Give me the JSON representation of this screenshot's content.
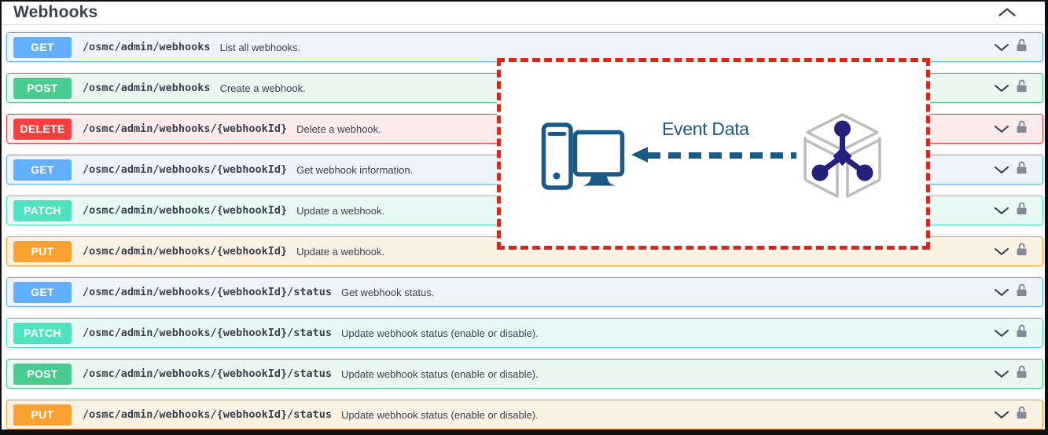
{
  "header": {
    "title": "Webhooks"
  },
  "endpoints": [
    {
      "method": "GET",
      "path": "/osmc/admin/webhooks",
      "description": "List all webhooks."
    },
    {
      "method": "POST",
      "path": "/osmc/admin/webhooks",
      "description": "Create a webhook."
    },
    {
      "method": "DELETE",
      "path": "/osmc/admin/webhooks/{webhookId}",
      "description": "Delete a webhook."
    },
    {
      "method": "GET",
      "path": "/osmc/admin/webhooks/{webhookId}",
      "description": "Get webhook information."
    },
    {
      "method": "PATCH",
      "path": "/osmc/admin/webhooks/{webhookId}",
      "description": "Update a webhook."
    },
    {
      "method": "PUT",
      "path": "/osmc/admin/webhooks/{webhookId}",
      "description": "Update a webhook."
    },
    {
      "method": "GET",
      "path": "/osmc/admin/webhooks/{webhookId}/status",
      "description": "Get webhook status."
    },
    {
      "method": "PATCH",
      "path": "/osmc/admin/webhooks/{webhookId}/status",
      "description": "Update webhook status (enable or disable)."
    },
    {
      "method": "POST",
      "path": "/osmc/admin/webhooks/{webhookId}/status",
      "description": "Update webhook status (enable or disable)."
    },
    {
      "method": "PUT",
      "path": "/osmc/admin/webhooks/{webhookId}/status",
      "description": "Update webhook status (enable or disable)."
    }
  ],
  "overlay": {
    "label": "Event Data",
    "icons": [
      "computer-icon",
      "dashed-arrow-left-icon",
      "webhook-icon"
    ],
    "border_color": "#d7291b"
  },
  "icons": {
    "row_right": [
      "chevron-down-icon",
      "unlock-icon"
    ],
    "header_right": "chevron-up-icon"
  },
  "colors": {
    "method_get": "#61affe",
    "method_post": "#49cc90",
    "method_delete": "#f93e3e",
    "method_patch": "#50e3c2",
    "method_put": "#fca130",
    "text": "#3b4151",
    "diagram_blue": "#1a5a88",
    "webhook_navy": "#24217d",
    "lock_gray": "#848b98"
  }
}
